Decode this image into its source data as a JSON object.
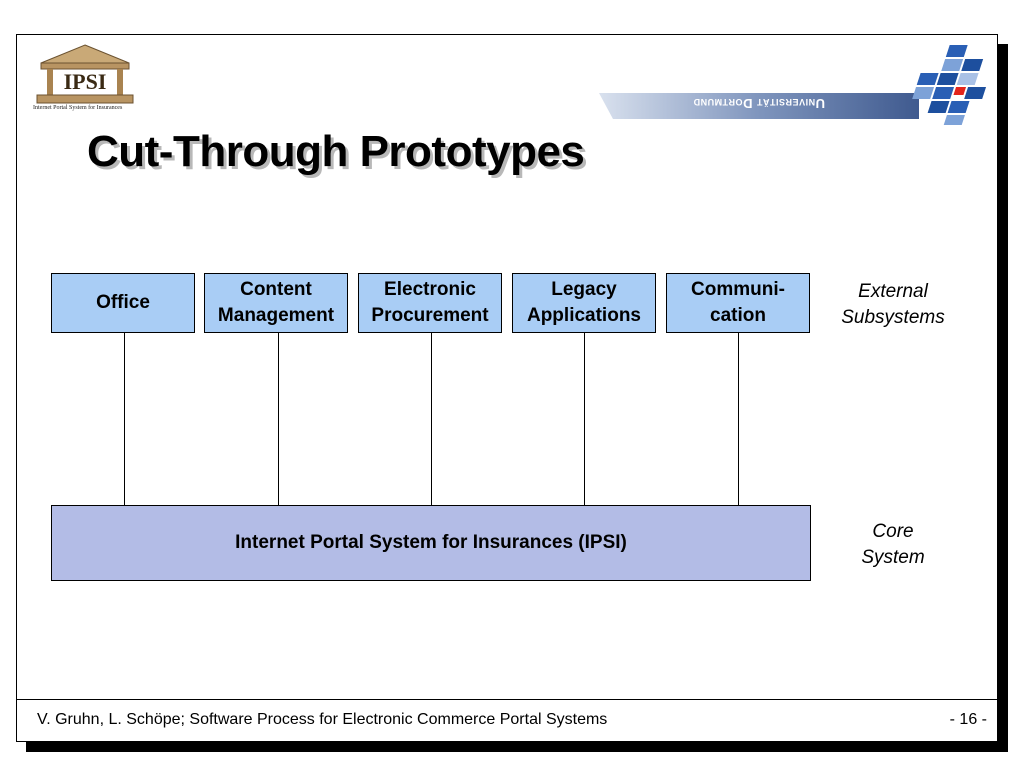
{
  "header": {
    "logo_text": "IPSI",
    "logo_caption": "Internet Portal System for Insurances",
    "university": "Universität Dortmund"
  },
  "title": "Cut-Through Prototypes",
  "diagram": {
    "external_subsystems": [
      {
        "label": "Office"
      },
      {
        "label": "Content\nManagement"
      },
      {
        "label": "Electronic\nProcurement"
      },
      {
        "label": "Legacy\nApplications"
      },
      {
        "label": "Communi-\ncation"
      }
    ],
    "core_system": {
      "label": "Internet Portal System for Insurances (IPSI)"
    },
    "external_label": "External\nSubsystems",
    "core_label": "Core\nSystem",
    "colors": {
      "subsystem_fill": "#a9cdf5",
      "core_fill": "#b3bce6"
    }
  },
  "footer": {
    "text": "V. Gruhn, L. Schöpe; Software Process for Electronic Commerce Portal Systems",
    "page": "- 16 -"
  }
}
